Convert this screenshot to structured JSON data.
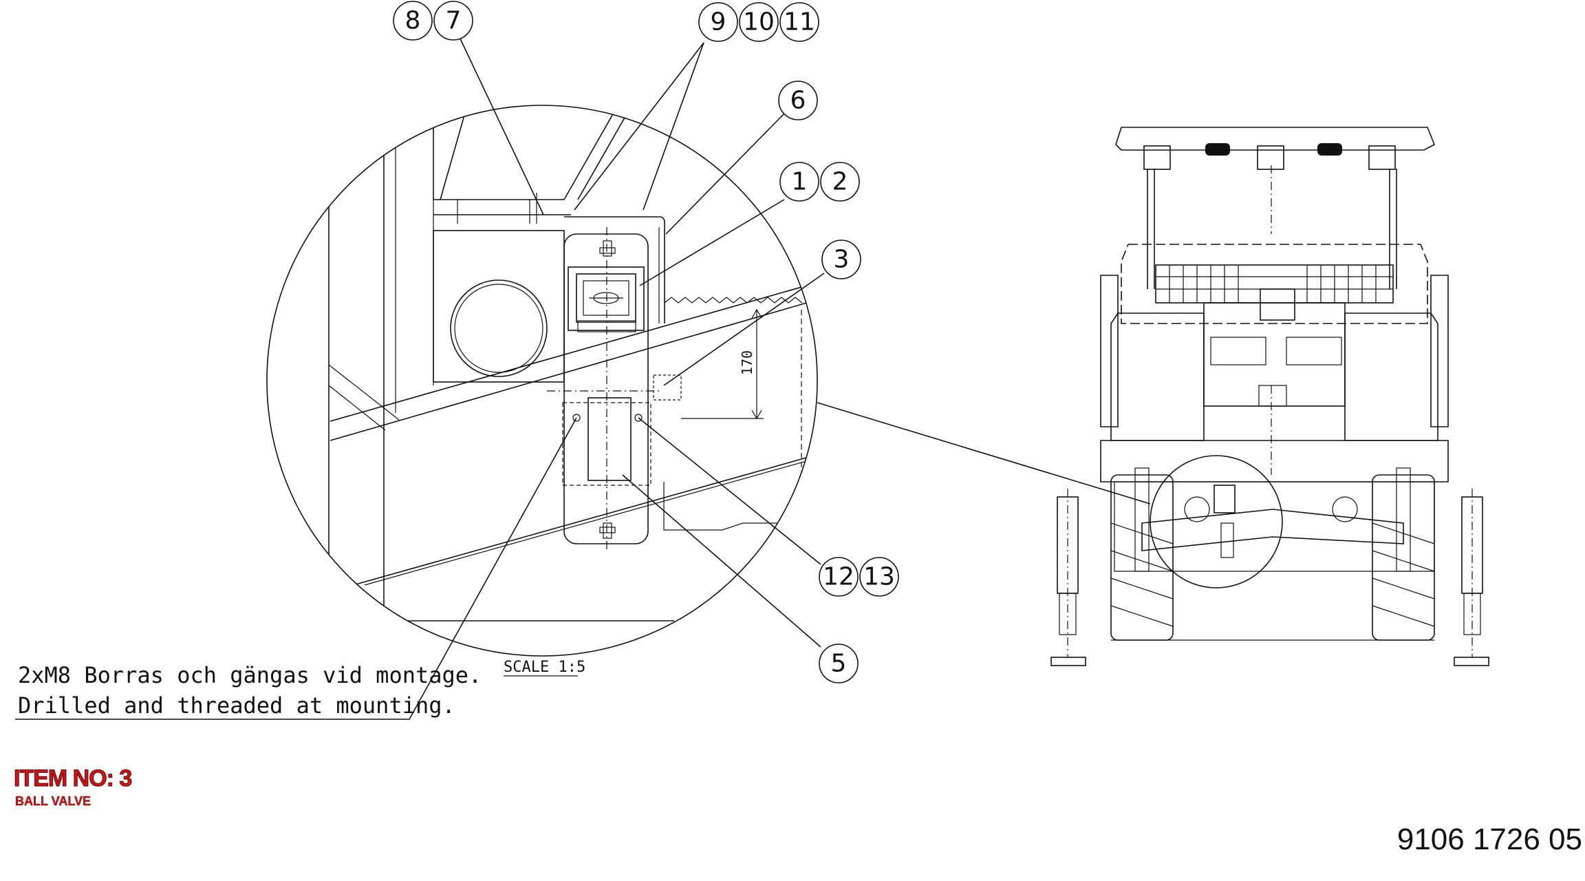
{
  "balloons": {
    "b8": "8",
    "b7": "7",
    "b9": "9",
    "b10": "10",
    "b11": "11",
    "b6": "6",
    "b1": "1",
    "b2": "2",
    "b3": "3",
    "b12": "12",
    "b13": "13",
    "b5": "5"
  },
  "dimension": "170",
  "scale_label": "SCALE 1:5",
  "note": {
    "line1": "2xM8 Borras och gängas vid montage.",
    "line2": "Drilled and threaded at mounting."
  },
  "item": {
    "title": "ITEM NO: 3",
    "subtitle": "BALL VALVE"
  },
  "drawing_number": "9106 1726 05",
  "colors": {
    "item_red": "#d21414",
    "line": "#111111"
  }
}
